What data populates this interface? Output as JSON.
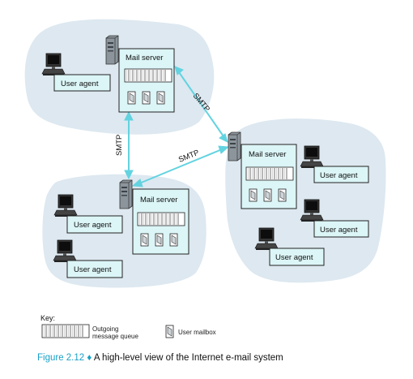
{
  "diagram": {
    "mail_server_label": "Mail server",
    "user_agent_label": "User agent",
    "protocol_label": "SMTP",
    "colors": {
      "cloud": "#dde8f0",
      "box_fill": "#dcf5f7",
      "arrow": "#63d3e0",
      "caption_accent": "#1aa0c8"
    },
    "icons": [
      "server-tower-icon",
      "desktop-computer-icon",
      "message-queue-icon",
      "user-mailbox-icon"
    ]
  },
  "key": {
    "title": "Key:",
    "queue_label_line1": "Outgoing",
    "queue_label_line2": "message queue",
    "mailbox_label": "User mailbox"
  },
  "caption": {
    "figure": "Figure 2.12",
    "separator": "♦",
    "text": "A high-level view of the Internet e-mail system"
  }
}
